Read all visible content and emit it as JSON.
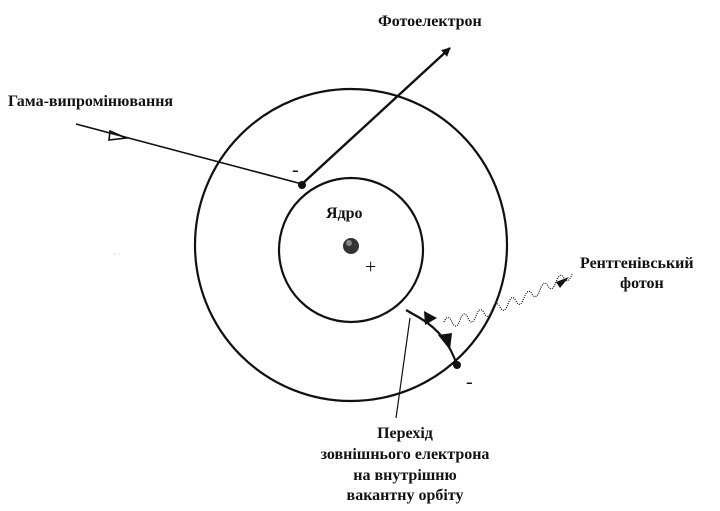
{
  "diagram": {
    "labels": {
      "photoelectron": "Фотоелектрон",
      "gamma": "Гама-випромінювання",
      "nucleus": "Ядро",
      "xray_line1": "Рентгенівський",
      "xray_line2": "фотон",
      "transition_line1": "Перехід",
      "transition_line2": "зовнішнього електрона",
      "transition_line3": "на внутрішню",
      "transition_line4": "вакантну орбіту"
    },
    "signs": {
      "inner_electron": "-",
      "nucleus_charge": "+",
      "outer_electron": "-"
    },
    "colors": {
      "ink": "#111111",
      "background": "#ffffff"
    }
  }
}
